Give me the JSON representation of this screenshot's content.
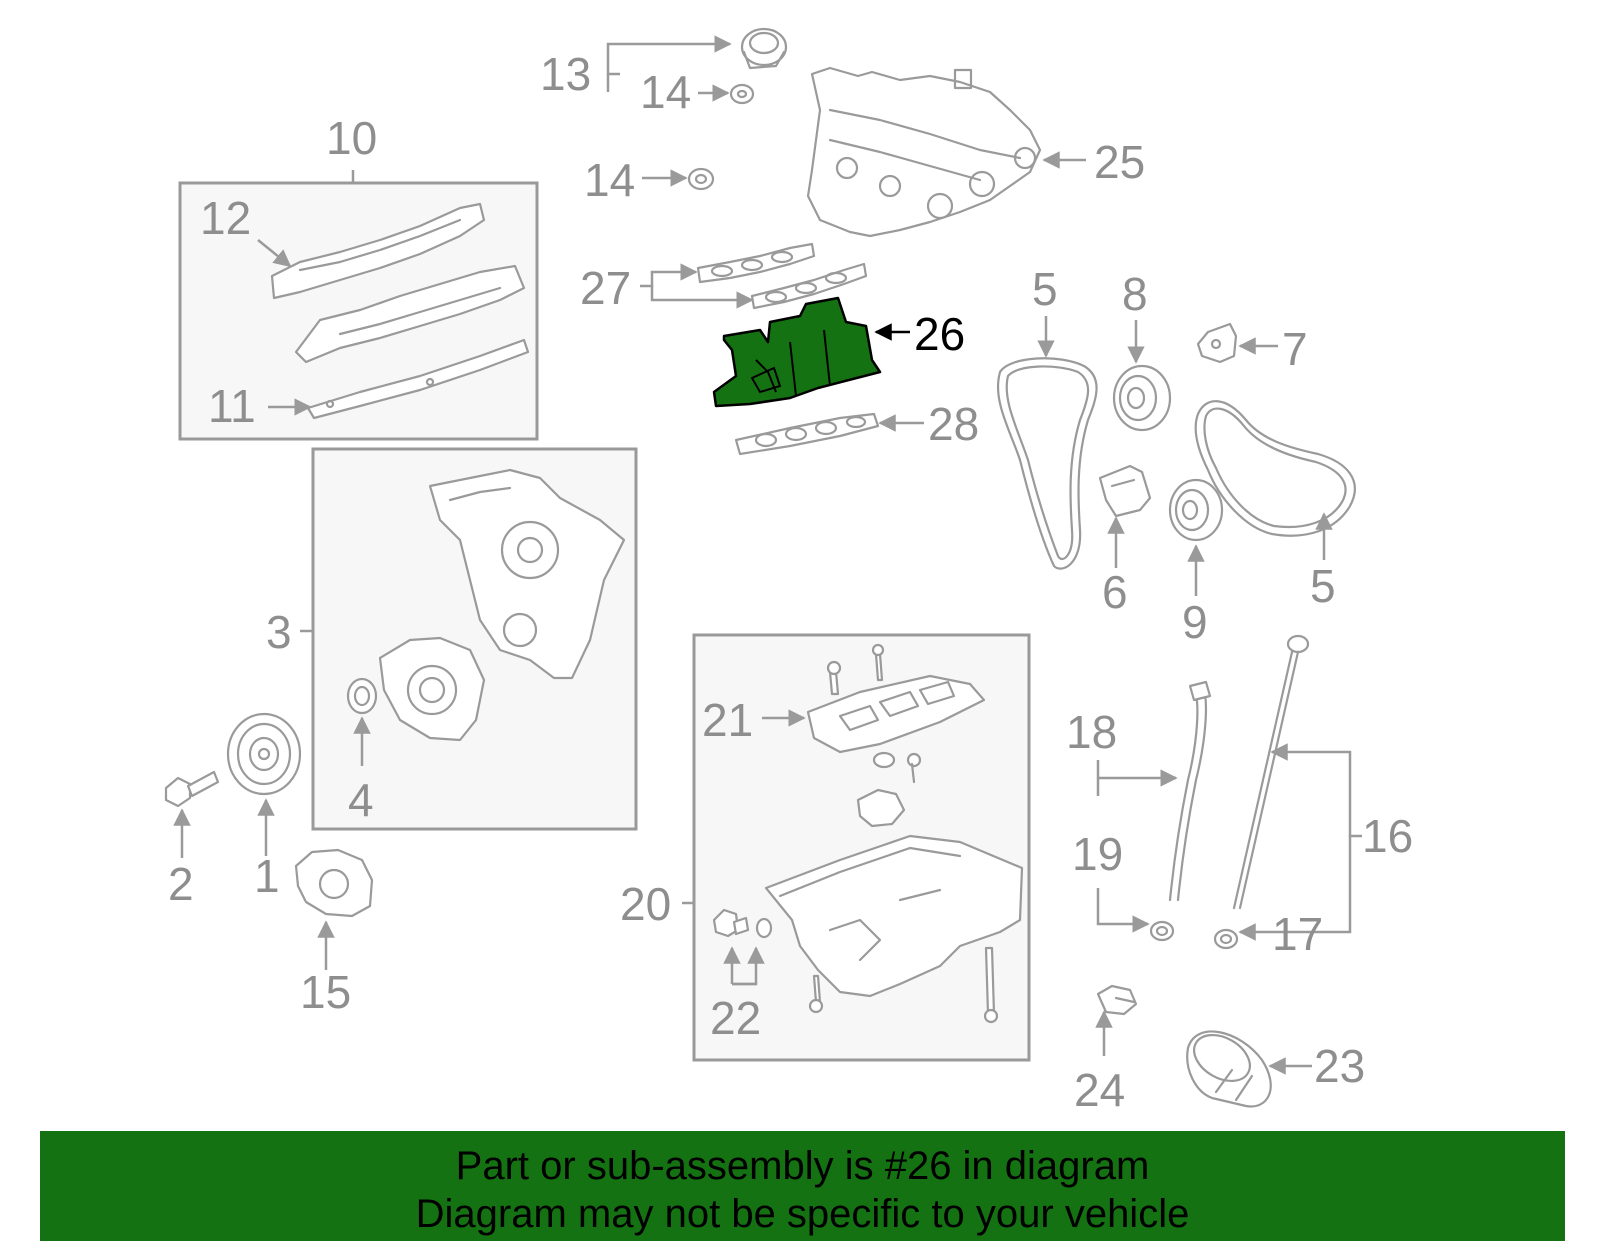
{
  "diagram": {
    "highlight_color": "#157212",
    "highlighted_part": "26",
    "callouts": {
      "c1": "1",
      "c2": "2",
      "c3": "3",
      "c4": "4",
      "c5a": "5",
      "c5b": "5",
      "c6": "6",
      "c7": "7",
      "c8": "8",
      "c9": "9",
      "c10": "10",
      "c11": "11",
      "c12": "12",
      "c13": "13",
      "c14a": "14",
      "c14b": "14",
      "c15": "15",
      "c16": "16",
      "c17": "17",
      "c18": "18",
      "c19": "19",
      "c20": "20",
      "c21": "21",
      "c22": "22",
      "c23": "23",
      "c24": "24",
      "c25": "25",
      "c26": "26",
      "c27": "27",
      "c28": "28"
    }
  },
  "banner": {
    "line1": "Part or sub-assembly is #26 in diagram",
    "line2": "Diagram may not be specific to your vehicle",
    "background": "#157212"
  }
}
